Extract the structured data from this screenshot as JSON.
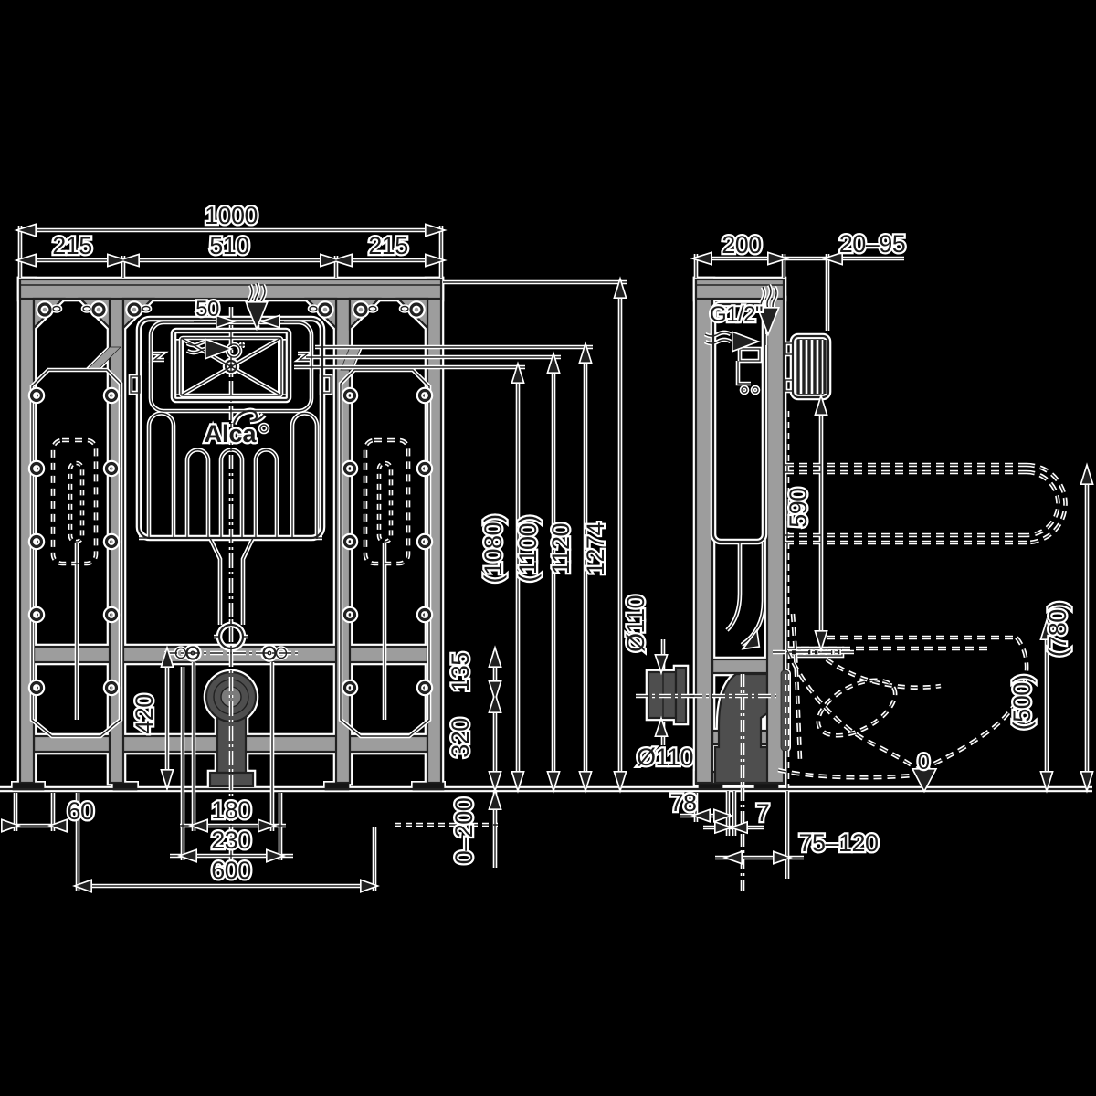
{
  "page": {
    "background": "#000000",
    "line_color": "#212121",
    "halo_color": "#ffffff",
    "steel_color": "#9d9d9d"
  },
  "drawing": {
    "brand": "Alca",
    "front_view": {
      "top_dims": {
        "overall_width": "1000",
        "left_spacing": "215",
        "center_spacing": "510",
        "right_spacing": "215",
        "inlet_offset": "50"
      },
      "height_dims": {
        "flush_low": "(1080)",
        "flush_high": "(1100)",
        "frame_height": "1120",
        "overall_height": "1274",
        "rail_gap": "135",
        "lower_rail": "320",
        "crossbar_height": "420",
        "floor_adjust": "0–200"
      },
      "bottom_dims": {
        "foot_width": "60",
        "stud_spacing": "180",
        "bracket_width": "230",
        "base_width": "600"
      }
    },
    "side_view": {
      "top_dims": {
        "frame_depth": "200",
        "wall_range": "20–95"
      },
      "labels": {
        "water_connection": "G1/2\"",
        "flush_plate_height": "590",
        "drain_dia_side": "Ø110",
        "drain_dia_bottom": "Ø110",
        "back_offset": "78",
        "plate_thickness": "7",
        "outlet_range": "75–120",
        "rail_height": "(780)",
        "seat_height": "(500)",
        "floor_level": "0"
      }
    }
  }
}
